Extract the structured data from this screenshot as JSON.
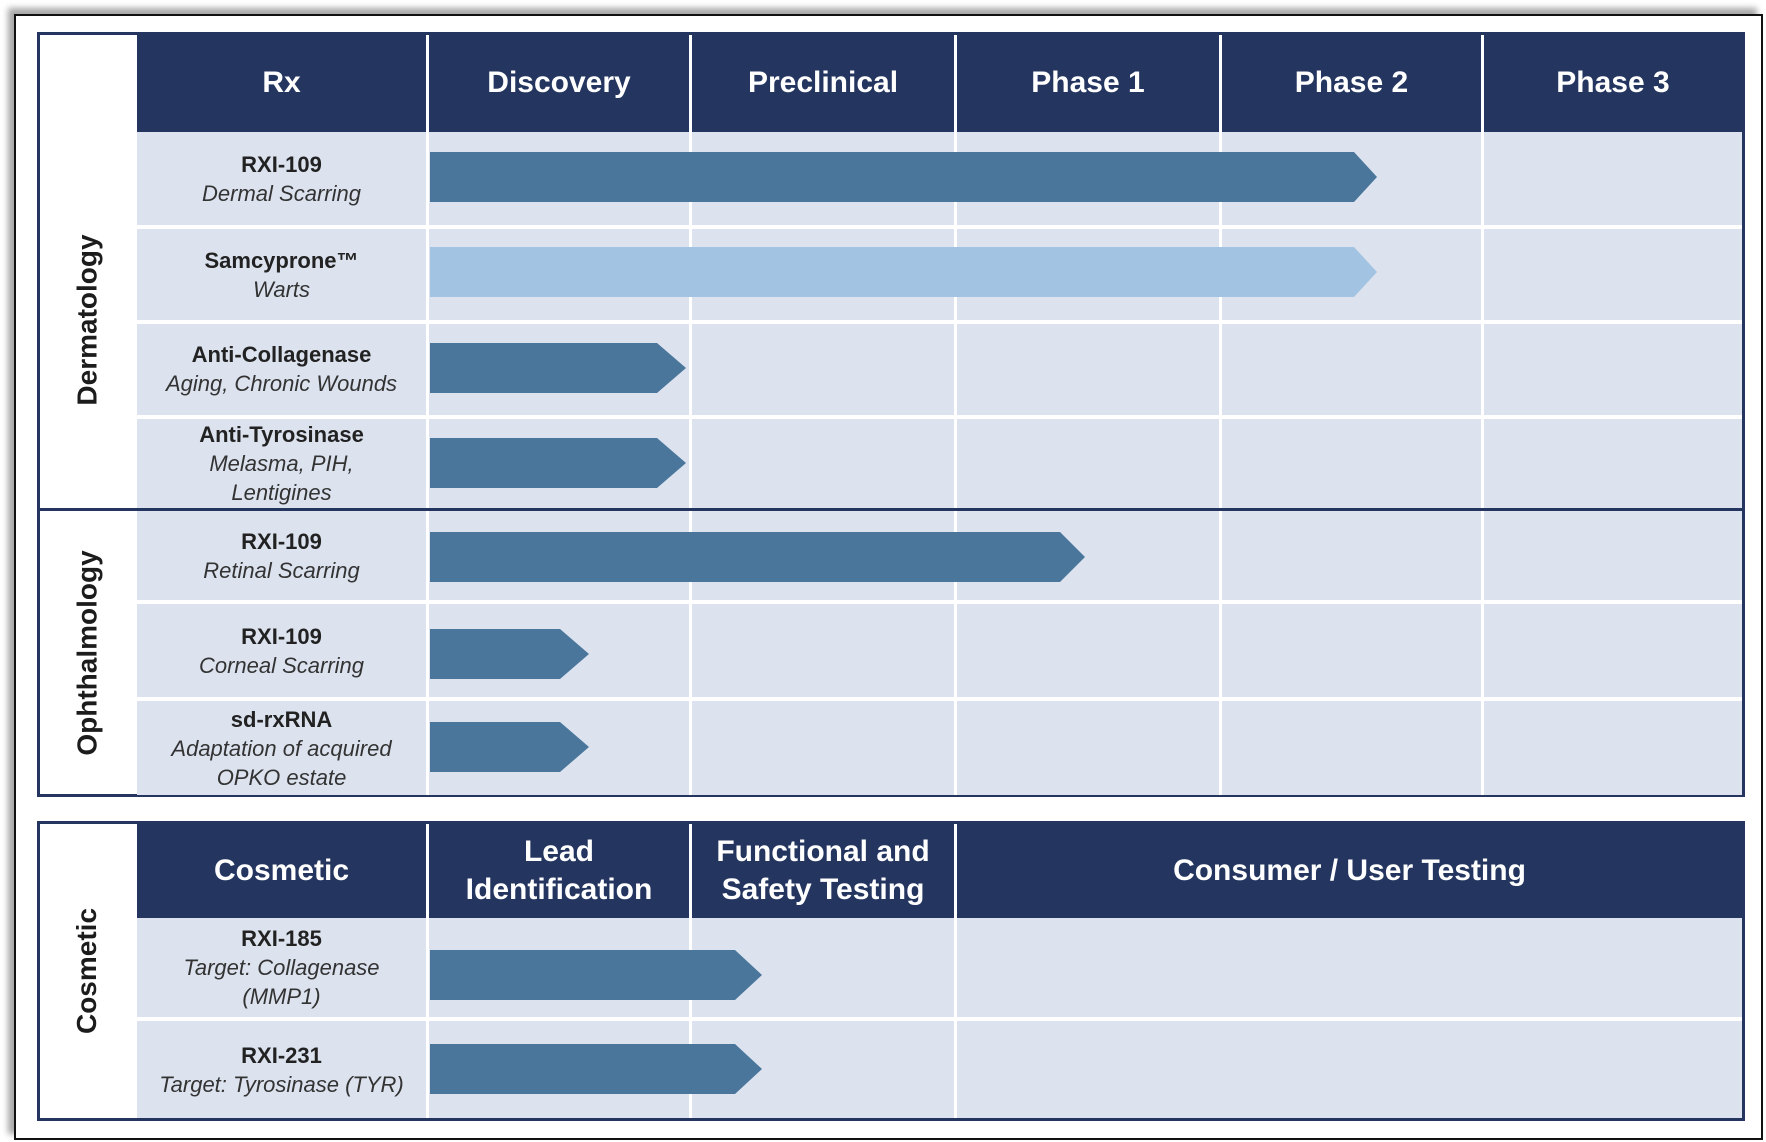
{
  "colors": {
    "header_bg": "#243660",
    "cell_bg": "#dce3ef",
    "arrow_dark": "#4a769c",
    "arrow_light": "#a2c4e2",
    "grid_line": "#ffffff"
  },
  "rx_table": {
    "headers": [
      "Rx",
      "Discovery",
      "Preclinical",
      "Phase 1",
      "Phase 2",
      "Phase 3"
    ],
    "groups": [
      {
        "label": "Dermatology"
      },
      {
        "label": "Ophthalmology"
      }
    ],
    "rows": [
      {
        "name": "RXI-109",
        "indication": "Dermal Scarring",
        "stage_reached": "Phase 2",
        "style": "dark"
      },
      {
        "name": "Samcypronе™",
        "indication": "Warts",
        "stage_reached": "Phase 2",
        "style": "light"
      },
      {
        "name": "Anti-Collagenase",
        "indication": "Aging, Chronic Wounds",
        "stage_reached": "Discovery",
        "style": "dark"
      },
      {
        "name": "Anti-Tyrosinase",
        "indication": "Melasma, PIH, Lentigines",
        "stage_reached": "Discovery",
        "style": "dark"
      },
      {
        "name": "RXI-109",
        "indication": "Retinal Scarring",
        "stage_reached": "Phase 1",
        "style": "dark"
      },
      {
        "name": "RXI-109",
        "indication": "Corneal Scarring",
        "stage_reached": "Discovery (partial)",
        "style": "dark"
      },
      {
        "name": "sd-rxRNA",
        "indication": "Adaptation of acquired OPKO estate",
        "stage_reached": "Discovery (partial)",
        "style": "dark"
      }
    ]
  },
  "cosmetic_table": {
    "group_label": "Cosmetic",
    "headers": [
      "Cosmetic",
      "Lead Identification",
      "Functional and Safety Testing",
      "Consumer / User Testing"
    ],
    "rows": [
      {
        "name": "RXI-185",
        "indication": "Target: Collagenase (MMP1)",
        "stage_reached": "Functional and Safety Testing (partial)",
        "style": "dark"
      },
      {
        "name": "RXI-231",
        "indication": "Target: Tyrosinase (TYR)",
        "stage_reached": "Functional and Safety Testing (partial)",
        "style": "dark"
      }
    ]
  }
}
